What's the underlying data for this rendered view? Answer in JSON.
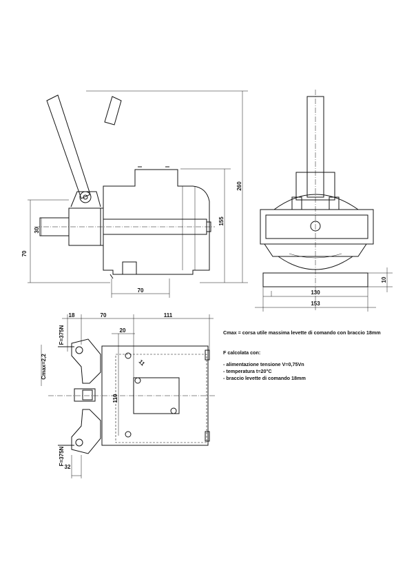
{
  "front_view": {
    "dim_30": "30",
    "dim_70_left": "70",
    "dim_70_bottom": "70",
    "dim_155": "155",
    "dim_260": "260"
  },
  "side_view": {
    "dim_10": "10",
    "dim_130": "130",
    "dim_153": "153"
  },
  "top_view": {
    "dim_18": "18",
    "dim_70": "70",
    "dim_111": "111",
    "dim_20": "20",
    "dim_11": "11",
    "dim_110": "110",
    "dim_32": "32",
    "force_top": "F=375N",
    "force_bottom": "F=375N",
    "cmax": "Cmax=2,2"
  },
  "notes": {
    "cmax_definition": "Cmax = corsa utile massima levette di comando con braccio 18mm",
    "f_heading": "F calcolata con:",
    "items": [
      "- alimentazione tensione V=0,75Vn",
      "- temperatura t=20°C",
      "- braccio levette di comando 18mm"
    ]
  }
}
